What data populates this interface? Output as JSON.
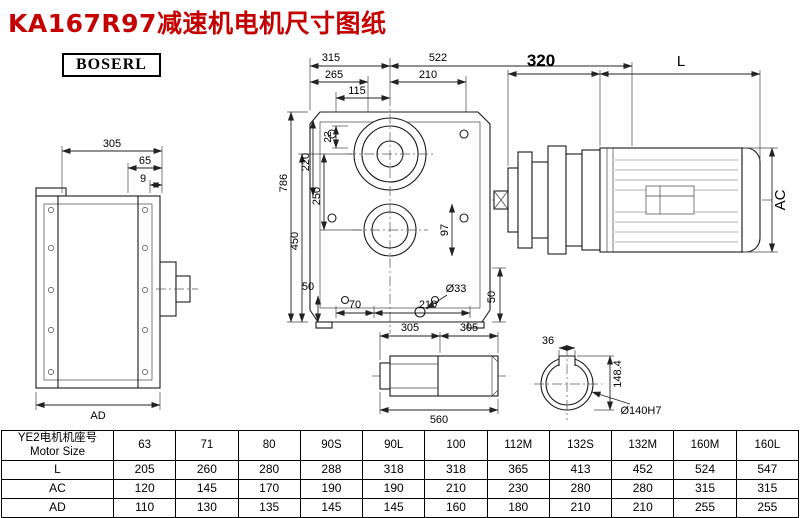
{
  "page": {
    "title": "KA167R97减速机电机尺寸图纸",
    "brand": "BOSERL"
  },
  "drawing": {
    "side_view": {
      "width": "305",
      "offset1": "65",
      "offset2": "9",
      "height_label": "AD"
    },
    "front_view": {
      "top1": "315",
      "top_total": "522",
      "top2": "265",
      "top3": "210",
      "top4": "115",
      "left1": "786",
      "left2": "450",
      "left3": "220",
      "left4": "250",
      "left5": "22",
      "right1": "97",
      "bottom_left": "50",
      "bottom1": "70",
      "bottom2": "210",
      "hole": "Ø33",
      "bottom_right": "50"
    },
    "motor_view": {
      "adapter_length": "320",
      "length_label": "L",
      "diameter_label": "AC"
    },
    "shaft_view": {
      "seg1": "305",
      "seg2": "305",
      "total": "560"
    },
    "bore_view": {
      "keyway_width": "36",
      "keyway_depth": "148.4",
      "bore": "Ø140H7"
    }
  },
  "table": {
    "row_header_cn": "YE2电机机座号",
    "row_header_en": "Motor Size",
    "columns": [
      "63",
      "71",
      "80",
      "90S",
      "90L",
      "100",
      "112M",
      "132S",
      "132M",
      "160M",
      "160L"
    ],
    "rows": [
      {
        "label": "L",
        "values": [
          "205",
          "260",
          "280",
          "288",
          "318",
          "318",
          "365",
          "413",
          "452",
          "524",
          "547"
        ]
      },
      {
        "label": "AC",
        "values": [
          "120",
          "145",
          "170",
          "190",
          "190",
          "210",
          "230",
          "280",
          "280",
          "315",
          "315"
        ]
      },
      {
        "label": "AD",
        "values": [
          "110",
          "130",
          "135",
          "145",
          "145",
          "160",
          "180",
          "210",
          "210",
          "255",
          "255"
        ]
      }
    ]
  }
}
